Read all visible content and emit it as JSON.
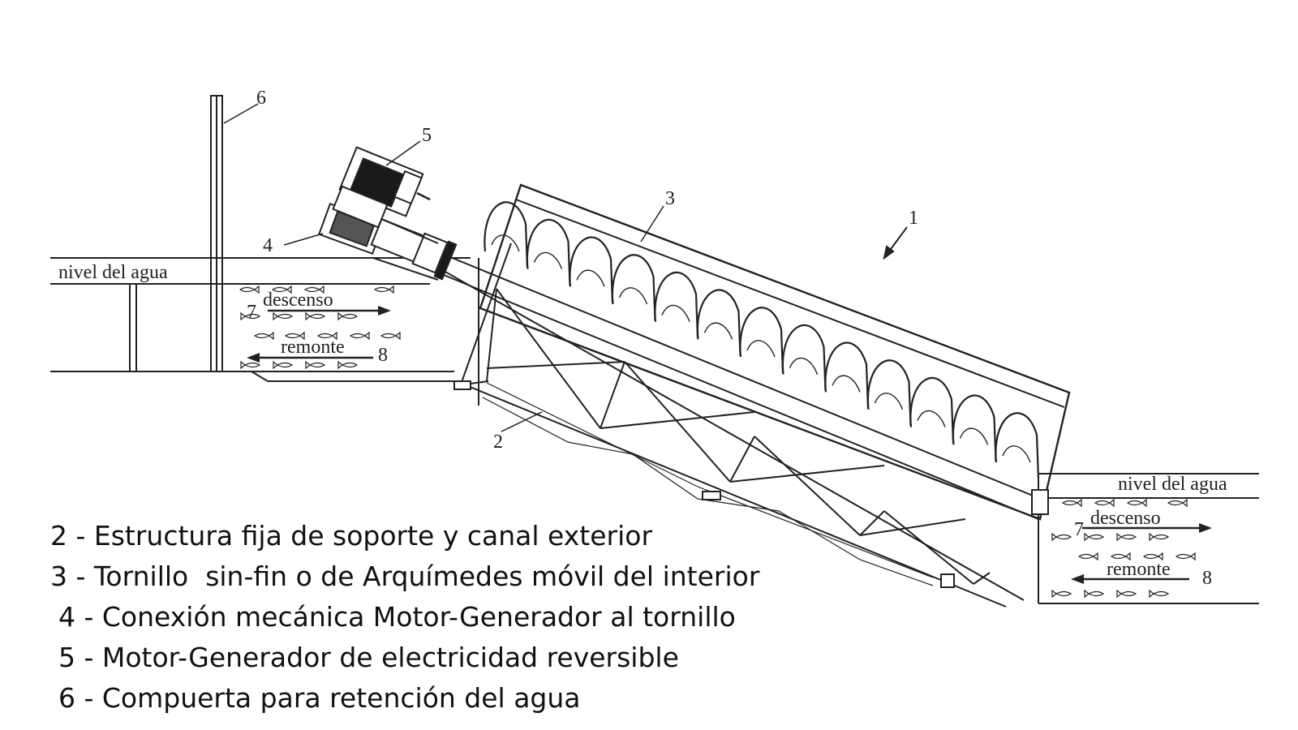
{
  "diagram": {
    "callouts": {
      "c1": "1",
      "c2": "2",
      "c3": "3",
      "c4": "4",
      "c5": "5",
      "c6": "6"
    },
    "upstream": {
      "water_level": "nivel del agua",
      "down_label": "descenso",
      "down_num": "7",
      "up_label": "remonte",
      "up_num": "8"
    },
    "downstream": {
      "water_level": "nivel del agua",
      "down_label": "descenso",
      "down_num": "7",
      "up_label": "remonte",
      "up_num": "8"
    }
  },
  "legend": {
    "items": [
      "2 - Estructura fija de soporte y canal exterior",
      "3 - Tornillo  sin-fin o de Arquímedes móvil del interior",
      "4 - Conexión mecánica Motor-Generador al tornillo",
      "5 - Motor-Generador de electricidad reversible",
      "6 - Compuerta para retención del agua"
    ]
  },
  "colors": {
    "line": "#222222",
    "fill_dark": "#1a1a1a",
    "background": "#ffffff"
  }
}
